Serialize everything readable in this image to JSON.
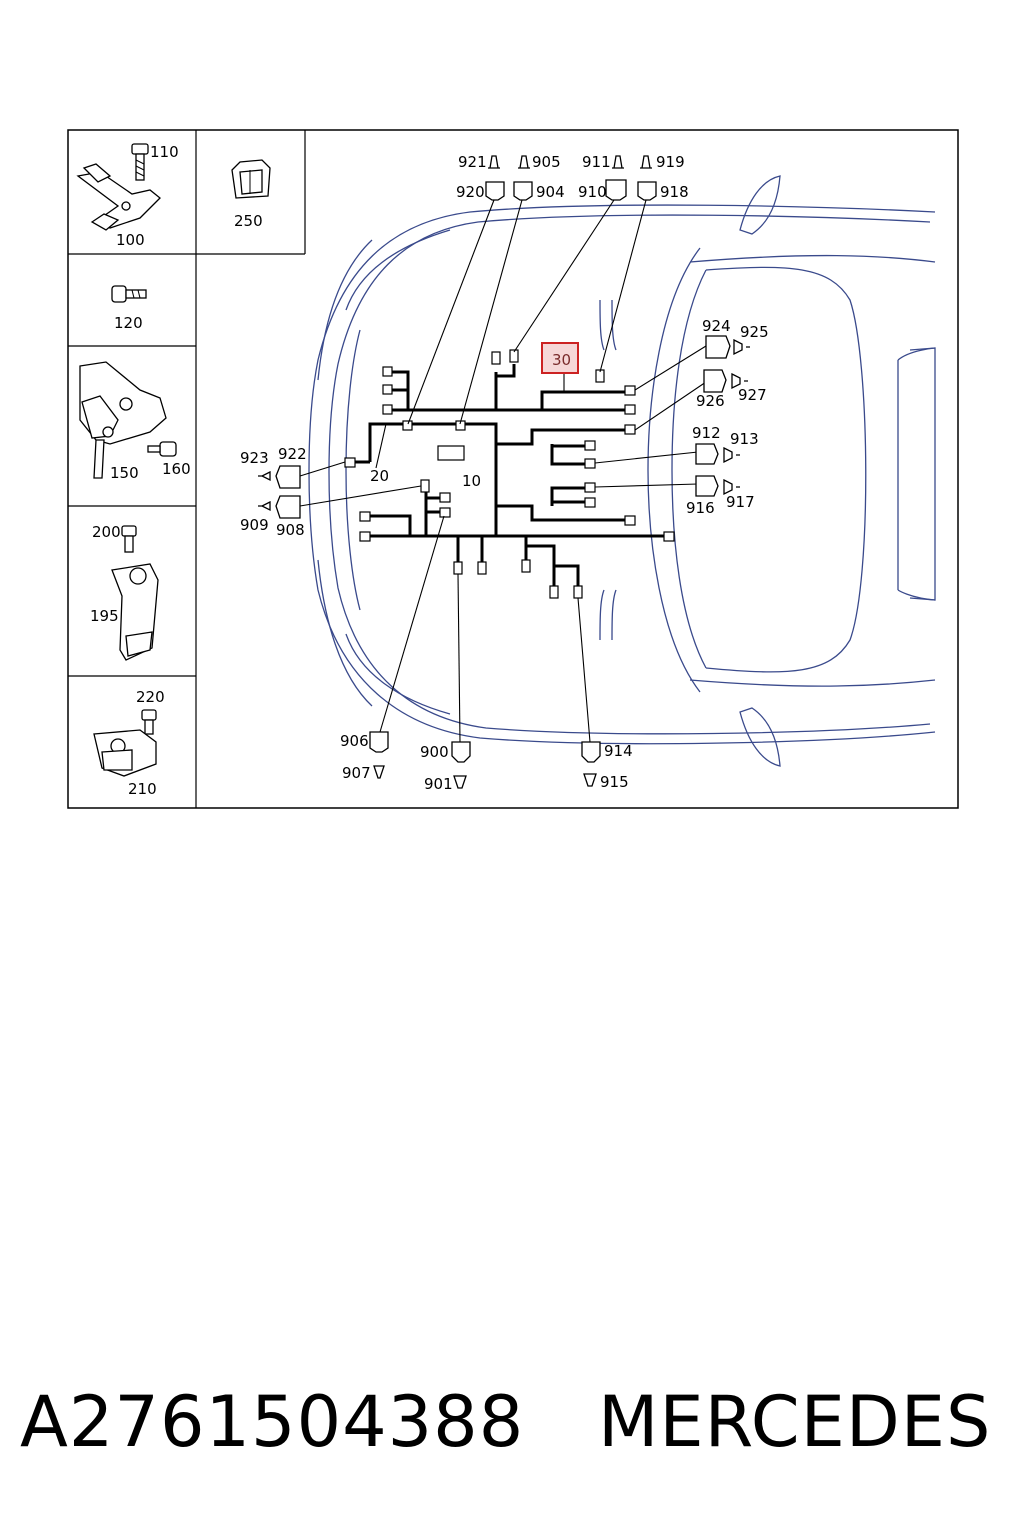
{
  "caption": {
    "part_number": "A2761504388",
    "brand": "MERCEDES"
  },
  "diagram": {
    "highlighted_part": "30",
    "side_panel_labels": {
      "p110": "110",
      "p100": "100",
      "p250": "250",
      "p120": "120",
      "p150": "150",
      "p160": "160",
      "p200": "200",
      "p195": "195",
      "p220": "220",
      "p210": "210"
    },
    "harness_labels": {
      "h10": "10",
      "h20": "20",
      "h30": "30"
    },
    "connector_labels": {
      "c921": "921",
      "c905": "905",
      "c911": "911",
      "c919": "919",
      "c920": "920",
      "c904": "904",
      "c910": "910",
      "c918": "918",
      "c924": "924",
      "c925": "925",
      "c926": "926",
      "c927": "927",
      "c923": "923",
      "c922": "922",
      "c912": "912",
      "c913": "913",
      "c909": "909",
      "c908": "908",
      "c916": "916",
      "c917": "917",
      "c906": "906",
      "c907": "907",
      "c900": "900",
      "c901": "901",
      "c914": "914",
      "c915": "915"
    }
  }
}
